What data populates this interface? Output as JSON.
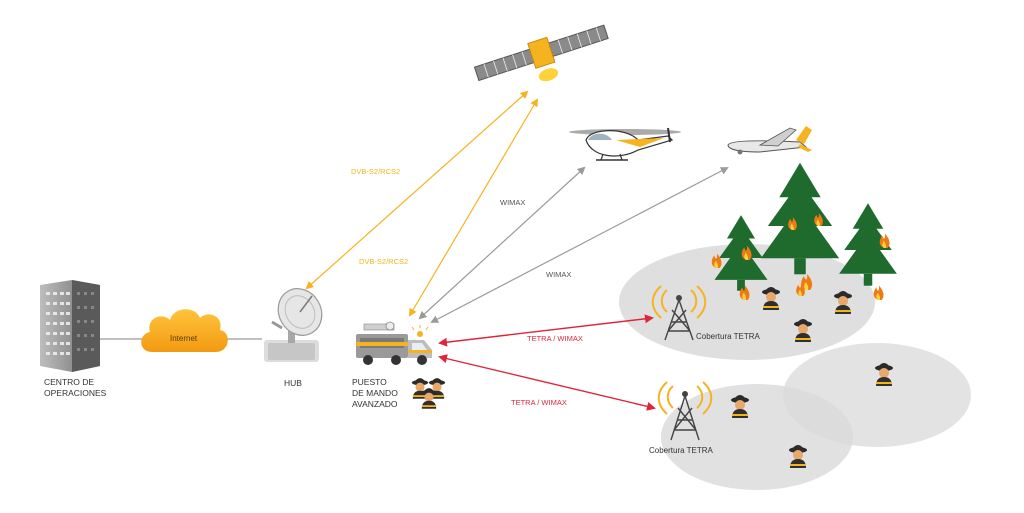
{
  "nodes": {
    "operations_center": {
      "label_line1": "CENTRO DE",
      "label_line2": "OPERACIONES"
    },
    "internet": {
      "label": "Internet"
    },
    "hub": {
      "label": "HUB"
    },
    "command_post": {
      "label_line1": "PUESTO",
      "label_line2": "DE MANDO",
      "label_line3": "AVANZADO"
    }
  },
  "links": {
    "sat_upper": "DVB-S2/RCS2",
    "sat_lower": "DVB-S2/RCS2",
    "helicopter": "WIMAX",
    "drone": "WIMAX",
    "tetra_upper": "TETRA / WIMAX",
    "tetra_lower": "TETRA / WIMAX"
  },
  "coverage": {
    "upper": "Cobertura TETRA",
    "lower": "Cobertura TETRA"
  },
  "colors": {
    "satellite_link": "#F5B31F",
    "wimax_link": "#9A9A9A",
    "tetra_link": "#E0243A",
    "coverage_fill": "#D9D9D9",
    "tree": "#1F6B2E",
    "fire": "#F07A12"
  },
  "icons": [
    "building-icon",
    "cloud-icon",
    "dish-icon",
    "satellite-icon",
    "helicopter-icon",
    "drone-icon",
    "truck-icon",
    "tower-icon",
    "tree-icon",
    "fire-icon",
    "firefighter-icon"
  ]
}
